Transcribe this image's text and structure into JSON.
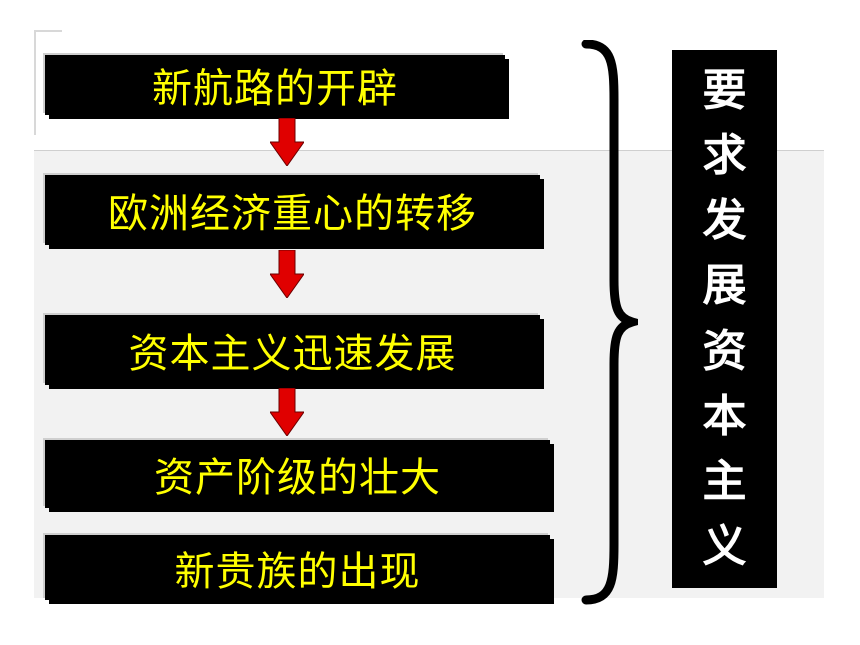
{
  "steps": [
    {
      "label": "新航路的开辟"
    },
    {
      "label": "欧洲经济重心的转移"
    },
    {
      "label": "资本主义迅速发展"
    },
    {
      "label": "资产阶级的壮大"
    },
    {
      "label": "新贵族的出现"
    }
  ],
  "conclusion": {
    "chars": [
      "要",
      "求",
      "发",
      "展",
      "资",
      "本",
      "主",
      "义"
    ]
  },
  "colors": {
    "box_bg": "#000000",
    "box_text": "#ffff00",
    "arrow": "#e00000",
    "conclusion_text": "#ffffff"
  },
  "icons": [
    "down-arrow-icon",
    "right-brace-icon"
  ]
}
